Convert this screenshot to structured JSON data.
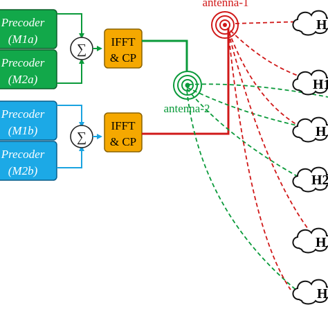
{
  "colors": {
    "green": "#0a9a3a",
    "blue": "#1aa3e0",
    "red": "#d01818",
    "orange": "#f5a800",
    "precoder_green_fill": "#12a84a",
    "precoder_blue_fill": "#1ca9e6"
  },
  "precoders": [
    {
      "line1": "Precoder",
      "line2": "(M1a)",
      "color": "green"
    },
    {
      "line1": "Precoder",
      "line2": "(M2a)",
      "color": "green"
    },
    {
      "line1": "Precoder",
      "line2": "(M1b)",
      "color": "blue"
    },
    {
      "line1": "Precoder",
      "line2": "(M2b)",
      "color": "blue"
    }
  ],
  "summers": [
    {
      "symbol": "∑"
    },
    {
      "symbol": "∑"
    }
  ],
  "ifft_blocks": [
    {
      "line1": "IFFT",
      "line2": "& CP"
    },
    {
      "line1": "IFFT",
      "line2": "& CP"
    }
  ],
  "antennas": [
    {
      "label": "antenna-1",
      "color": "red"
    },
    {
      "label": "antenna-2",
      "color": "green"
    }
  ],
  "clouds": [
    {
      "label": "H"
    },
    {
      "label": "H1"
    },
    {
      "label": "H"
    },
    {
      "label": "H2"
    },
    {
      "label": "H"
    },
    {
      "label": "H"
    }
  ]
}
